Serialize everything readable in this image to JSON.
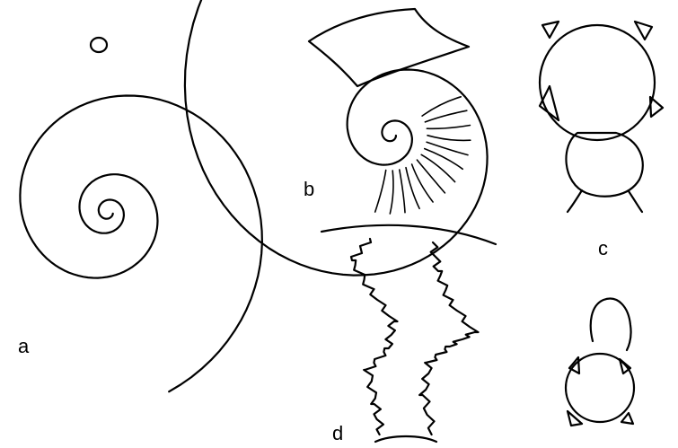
{
  "panels": {
    "a": {
      "label": "a"
    },
    "b": {
      "label": "b"
    },
    "c": {
      "label": "c"
    },
    "d": {
      "label": "d"
    }
  },
  "colors": {
    "ink": "#000000",
    "background": "#ffffff"
  }
}
